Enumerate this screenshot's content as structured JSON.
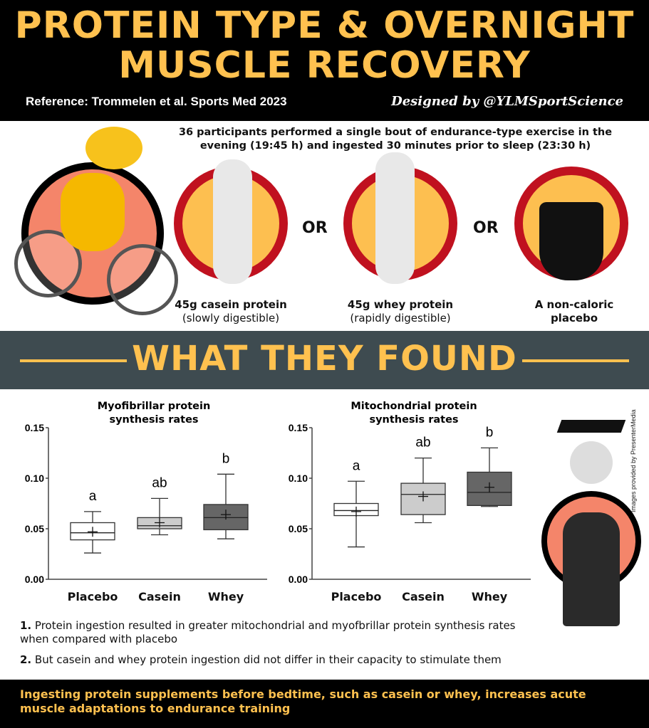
{
  "header": {
    "title_line1": "PROTEIN TYPE & OVERNIGHT",
    "title_line2": "MUSCLE RECOVERY",
    "reference": "Reference: Trommelen et al. Sports Med 2023",
    "designed_by": "Designed by @YLMSportScience"
  },
  "intro": "36 participants performed a single bout of endurance-type exercise in the evening (19:45 h) and ingested 30 minutes prior to sleep (23:30 h)",
  "conditions": [
    {
      "title": "45g casein protein",
      "subtitle": "(slowly digestible)"
    },
    {
      "title": "45g whey protein",
      "subtitle": "(rapidly digestible)"
    },
    {
      "title": "A non-caloric",
      "subtitle": "placebo"
    }
  ],
  "or_label": "OR",
  "banner": "WHAT THEY FOUND",
  "chart_data": [
    {
      "type": "boxplot",
      "title_line1": "Myofibrillar protein",
      "title_line2": "synthesis rates",
      "ylim": [
        0,
        0.15
      ],
      "yticks": [
        "0.00",
        "0.05",
        "0.10",
        "0.15"
      ],
      "categories": [
        "Placebo",
        "Casein",
        "Whey"
      ],
      "boxes": [
        {
          "min": 0.026,
          "q1": 0.039,
          "median": 0.046,
          "q3": 0.056,
          "max": 0.067,
          "mean": 0.047,
          "label": "a",
          "fill": "#ffffff"
        },
        {
          "min": 0.044,
          "q1": 0.05,
          "median": 0.053,
          "q3": 0.061,
          "max": 0.08,
          "mean": 0.056,
          "label": "ab",
          "fill": "#cccccc"
        },
        {
          "min": 0.04,
          "q1": 0.049,
          "median": 0.061,
          "q3": 0.074,
          "max": 0.104,
          "mean": 0.064,
          "label": "b",
          "fill": "#666666"
        }
      ]
    },
    {
      "type": "boxplot",
      "title_line1": "Mitochondrial protein",
      "title_line2": "synthesis rates",
      "ylim": [
        0,
        0.15
      ],
      "yticks": [
        "0.00",
        "0.05",
        "0.10",
        "0.15"
      ],
      "categories": [
        "Placebo",
        "Casein",
        "Whey"
      ],
      "boxes": [
        {
          "min": 0.032,
          "q1": 0.063,
          "median": 0.068,
          "q3": 0.075,
          "max": 0.097,
          "mean": 0.067,
          "label": "a",
          "fill": "#ffffff"
        },
        {
          "min": 0.056,
          "q1": 0.064,
          "median": 0.084,
          "q3": 0.095,
          "max": 0.12,
          "mean": 0.082,
          "label": "ab",
          "fill": "#cccccc"
        },
        {
          "min": 0.072,
          "q1": 0.073,
          "median": 0.086,
          "q3": 0.106,
          "max": 0.13,
          "mean": 0.091,
          "label": "b",
          "fill": "#666666"
        }
      ]
    }
  ],
  "findings": [
    {
      "num": "1.",
      "text": "Protein ingestion resulted in greater mitochondrial and myofbrillar protein synthesis rates when compared with placebo"
    },
    {
      "num": "2.",
      "text": "But casein and whey protein ingestion did not differ in their capacity to stimulate them"
    }
  ],
  "credit": "Images provided by PresenterMedia",
  "footer": "Ingesting protein supplements before bedtime, such as casein or whey, increases acute muscle adaptations to endurance training",
  "colors": {
    "accent": "#ffc14f",
    "banner": "#3e4b50",
    "ring": "#c0111f",
    "salmon": "#f4856a"
  }
}
